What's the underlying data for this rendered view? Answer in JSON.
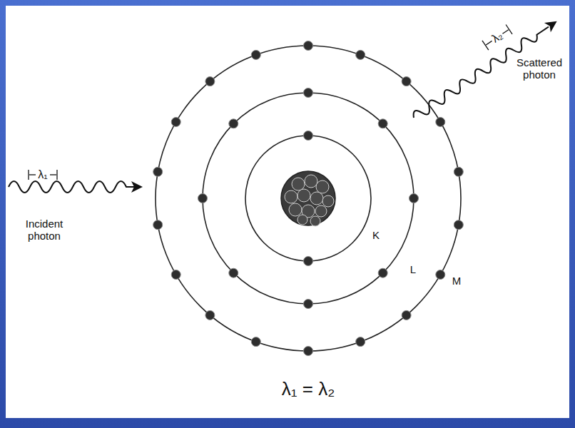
{
  "diagram": {
    "labels": [
      "λ₁",
      "Incident photon",
      "λ₂",
      "Scattered photon",
      "K",
      "L",
      "M",
      "λ₁ = λ₂"
    ]
  }
}
